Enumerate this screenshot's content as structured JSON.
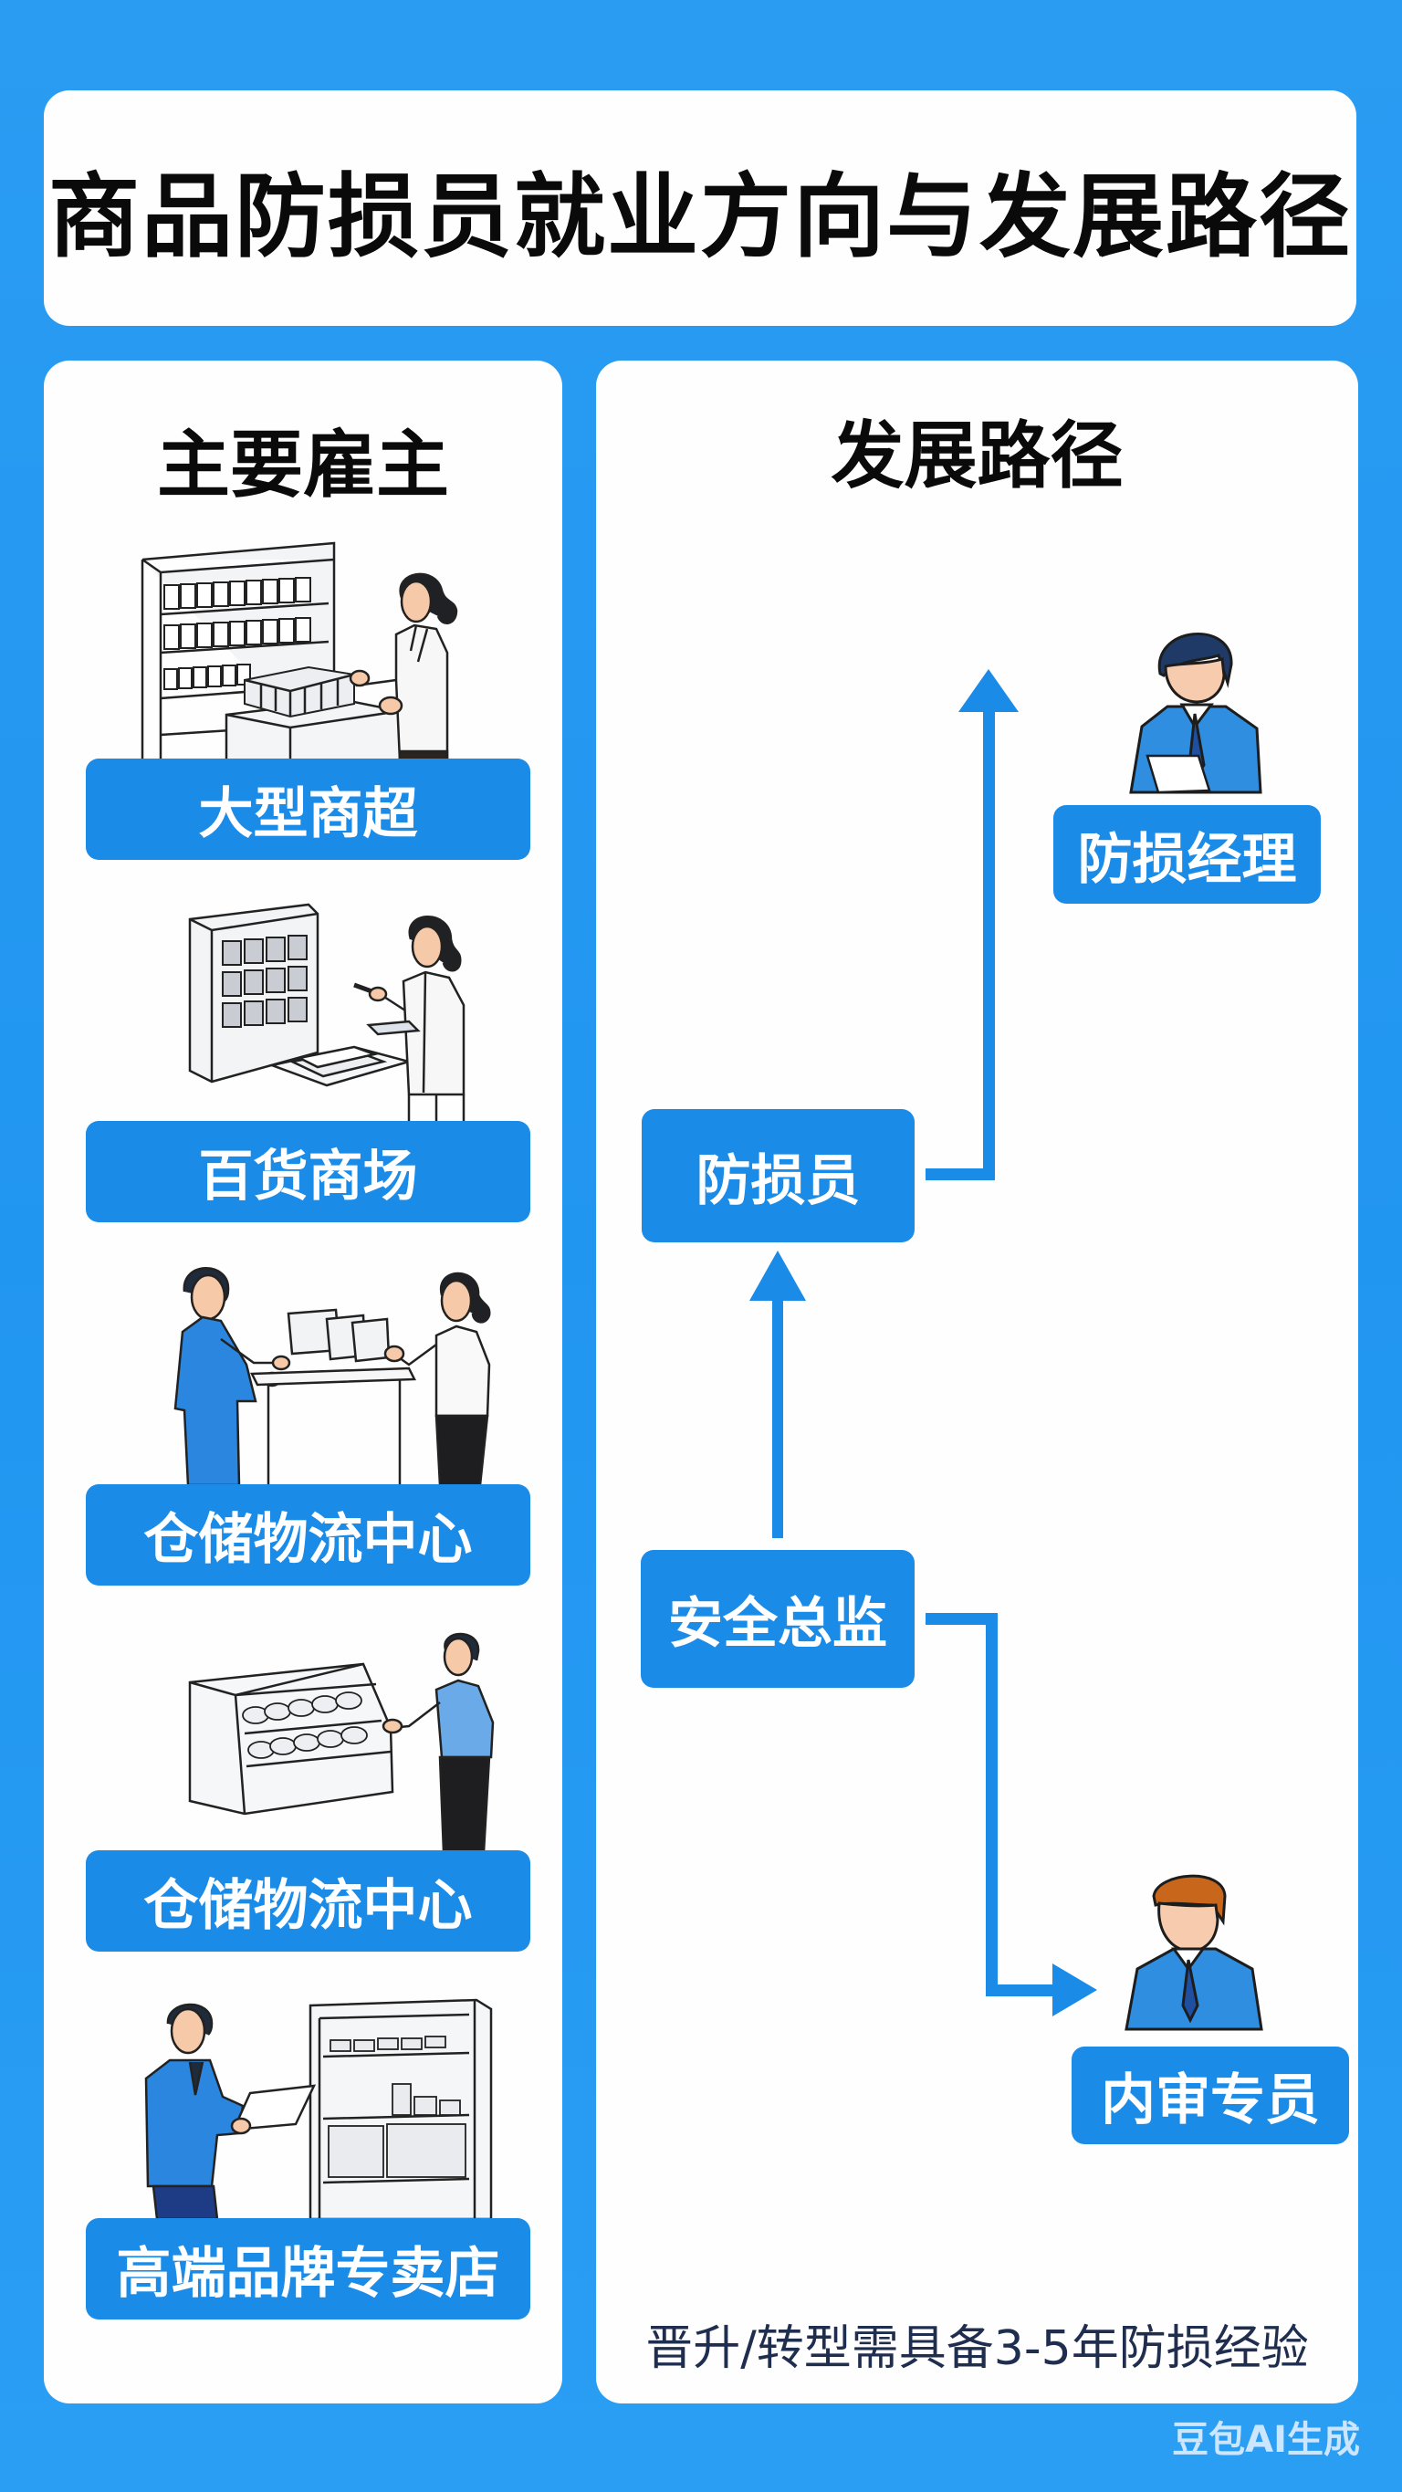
{
  "title": "商品防损员就业方向与发展路径",
  "employers": {
    "heading": "主要雇主",
    "items": [
      {
        "label": "大型商超",
        "illustration": "supermarket-shelf-staff-icon"
      },
      {
        "label": "百货商场",
        "illustration": "department-store-staff-icon"
      },
      {
        "label": "仓储物流中心",
        "illustration": "warehouse-handover-icon"
      },
      {
        "label": "仓储物流中心",
        "illustration": "display-counter-staff-icon"
      },
      {
        "label": "高端品牌专卖店",
        "illustration": "brand-store-inspector-icon"
      }
    ]
  },
  "career_path": {
    "heading": "发展路径",
    "nodes": {
      "manager": {
        "label": "防损经理",
        "avatar": "manager-avatar-icon"
      },
      "officer": {
        "label": "防损员"
      },
      "director": {
        "label": "安全总监"
      },
      "auditor": {
        "label": "内审专员",
        "avatar": "auditor-avatar-icon"
      }
    },
    "connections": [
      {
        "from": "防损员",
        "to": "防损经理"
      },
      {
        "from": "安全总监",
        "to": "防损员"
      },
      {
        "from": "安全总监",
        "to": "内审专员"
      }
    ],
    "footnote": "晋升/转型需具备3-5年防损经验"
  },
  "watermark": "豆包AI生成",
  "colors": {
    "background": "#2196f1",
    "accent": "#1b8be8",
    "footnote": "#1f2d4e"
  }
}
